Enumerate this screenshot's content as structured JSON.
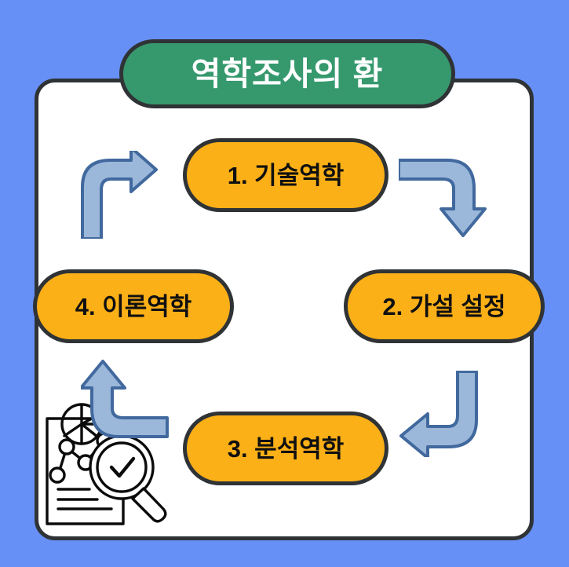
{
  "diagram": {
    "title": "역학조사의 환",
    "type": "cycle",
    "background_color": "#6690f5",
    "panel_color": "#ffffff",
    "title_color": "#36996e",
    "node_color": "#fcb017",
    "arrow_fill_color": "#9bb7da",
    "arrow_stroke_color": "#41699e",
    "outline_color": "#2f3336",
    "nodes": [
      {
        "label": "1. 기술역학",
        "position": "top"
      },
      {
        "label": "2. 가설 설정",
        "position": "right"
      },
      {
        "label": "3. 분석역학",
        "position": "bottom"
      },
      {
        "label": "4. 이론역학",
        "position": "left"
      }
    ],
    "arrows": [
      {
        "name": "arrow-left-to-top",
        "from": "4. 이론역학",
        "to": "1. 기술역학",
        "direction": "up-then-right"
      },
      {
        "name": "arrow-top-to-right",
        "from": "1. 기술역학",
        "to": "2. 가설 설정",
        "direction": "right-then-down"
      },
      {
        "name": "arrow-right-to-bottom",
        "from": "2. 가설 설정",
        "to": "3. 분석역학",
        "direction": "down-then-left"
      },
      {
        "name": "arrow-bottom-to-left",
        "from": "3. 분석역학",
        "to": "4. 이론역학",
        "direction": "left-then-up"
      }
    ],
    "illustration": {
      "name": "data-analysis-document",
      "elements": [
        "document-page",
        "pie-chart",
        "line-chart",
        "text-lines",
        "magnifier-with-checkmark"
      ]
    }
  }
}
